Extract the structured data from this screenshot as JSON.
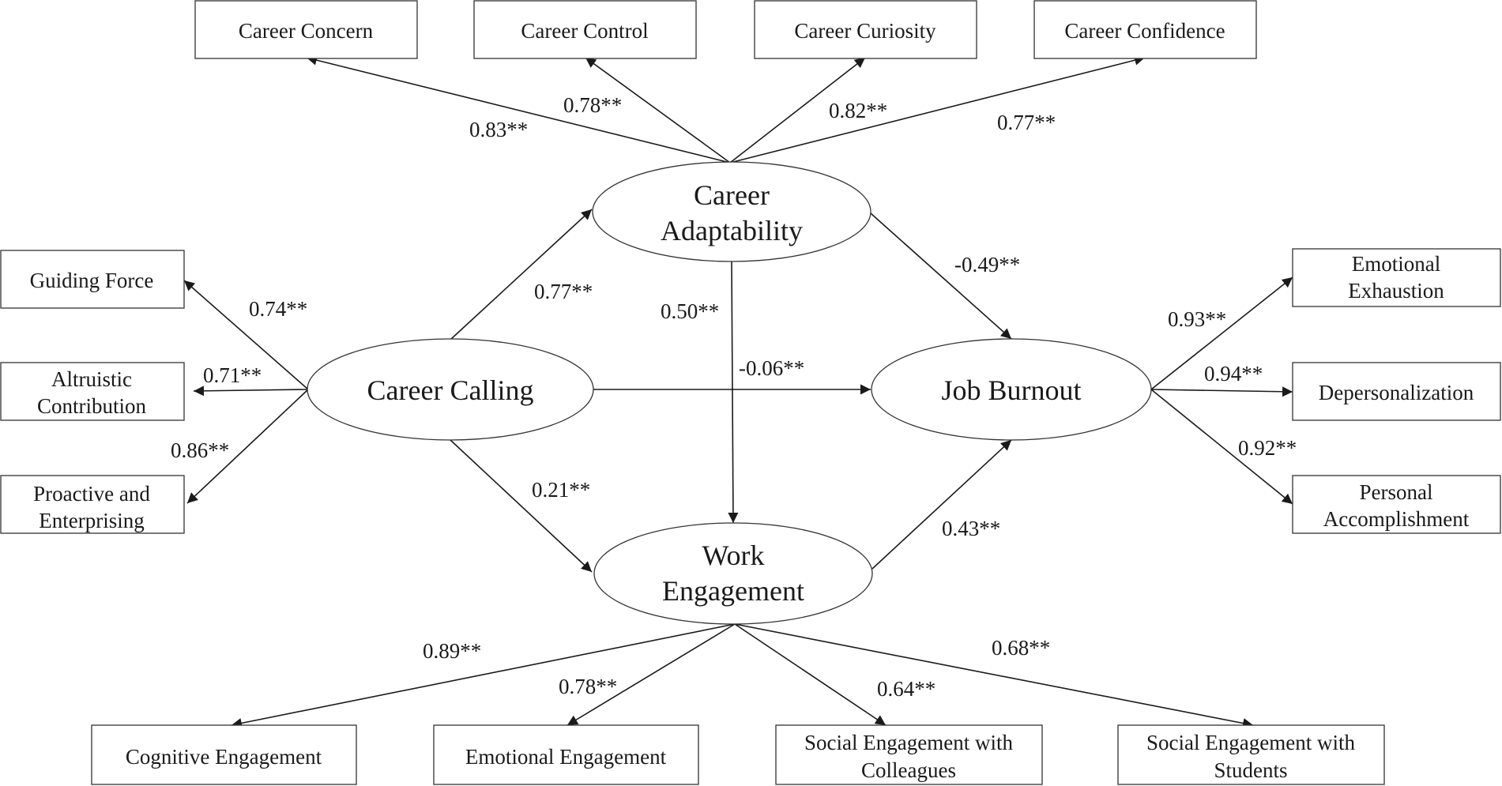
{
  "latent_variables": {
    "career_adaptability": [
      "Career",
      "Adaptability"
    ],
    "career_calling": [
      "Career Calling"
    ],
    "job_burnout": [
      "Job Burnout"
    ],
    "work_engagement": [
      "Work",
      "Engagement"
    ]
  },
  "indicators": {
    "career_concern": [
      "Career Concern"
    ],
    "career_control": [
      "Career Control"
    ],
    "career_curiosity": [
      "Career Curiosity"
    ],
    "career_confidence": [
      "Career Confidence"
    ],
    "guiding_force": [
      "Guiding Force"
    ],
    "altruistic_contribution": [
      "Altruistic",
      "Contribution"
    ],
    "proactive_enterprising": [
      "Proactive and",
      "Enterprising"
    ],
    "emotional_exhaustion": [
      "Emotional",
      "Exhaustion"
    ],
    "depersonalization": [
      "Depersonalization"
    ],
    "personal_accomplishment": [
      "Personal",
      "Accomplishment"
    ],
    "cognitive_engagement": [
      "Cognitive Engagement"
    ],
    "emotional_engagement": [
      "Emotional Engagement"
    ],
    "social_colleagues": [
      "Social Engagement with",
      "Colleagues"
    ],
    "social_students": [
      "Social Engagement with",
      "Students"
    ]
  },
  "coefficients": {
    "ca_concern": "0.83**",
    "ca_control": "0.78**",
    "ca_curiosity": "0.82**",
    "ca_confidence": "0.77**",
    "cc_guiding": "0.74**",
    "cc_altruistic": "0.71**",
    "cc_proactive": "0.86**",
    "cc_ca": "0.77**",
    "cc_jb": "-0.06**",
    "cc_we": "0.21**",
    "ca_we": "0.50**",
    "ca_jb": "-0.49**",
    "we_jb": "0.43**",
    "jb_exhaustion": "0.93**",
    "jb_depersonalization": "0.94**",
    "jb_accomplishment": "0.92**",
    "we_cognitive": "0.89**",
    "we_emotional": "0.78**",
    "we_colleagues": "0.64**",
    "we_students": "0.68**"
  }
}
